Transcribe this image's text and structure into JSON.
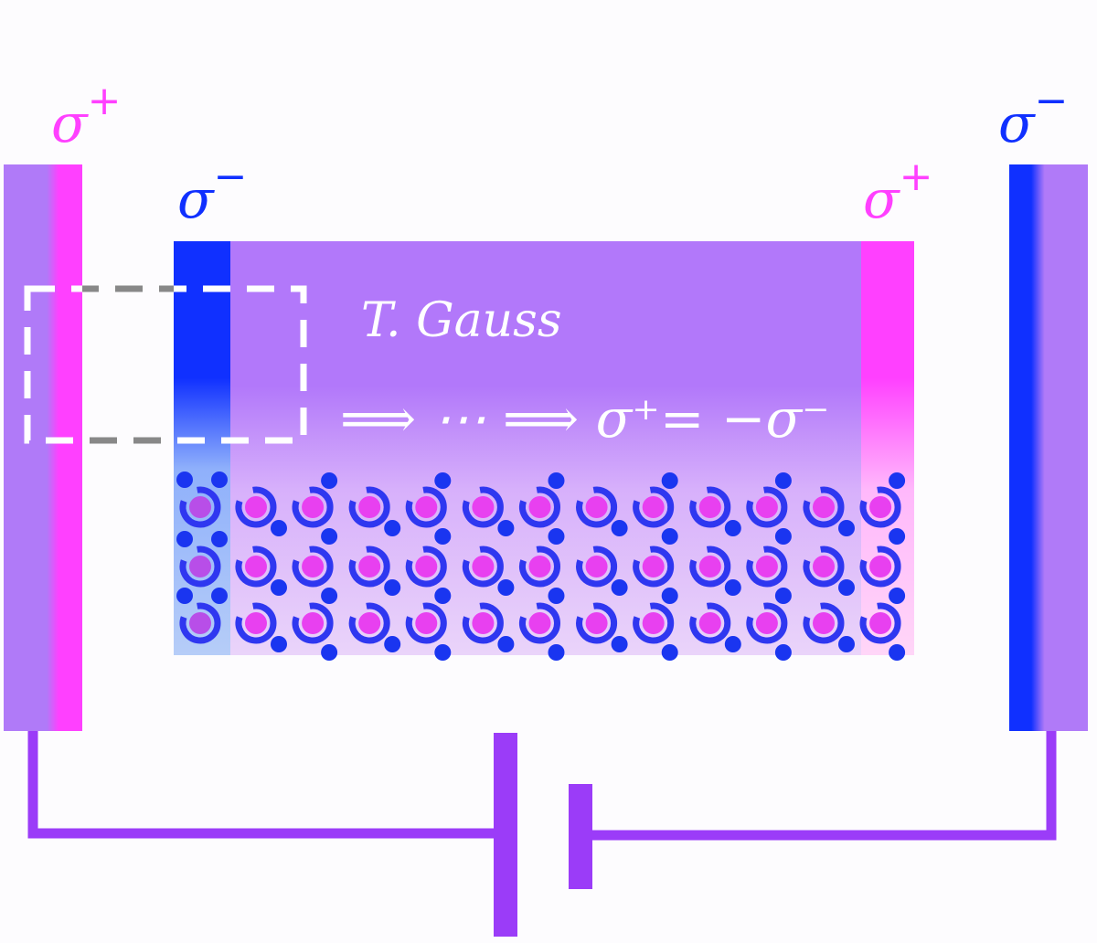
{
  "labels": {
    "left_electrode": {
      "symbol": "σ",
      "sign": "+"
    },
    "right_electrode": {
      "symbol": "σ",
      "sign": "−"
    },
    "cell_left": {
      "symbol": "σ",
      "sign": "−"
    },
    "cell_right": {
      "symbol": "σ",
      "sign": "+"
    }
  },
  "theorem_label": "T. Gauss",
  "equation": "⟹ ⋯ ⟹ σ⁺= −σ⁻",
  "colors": {
    "positive": "#ff40ff",
    "negative": "#1030ff",
    "electrolyte": "#b278fa",
    "wire": "#9b3cf8",
    "ring": "#2f37f0",
    "ion": "#e840f0"
  },
  "molecules": {
    "rows": 3,
    "columns": 13
  }
}
